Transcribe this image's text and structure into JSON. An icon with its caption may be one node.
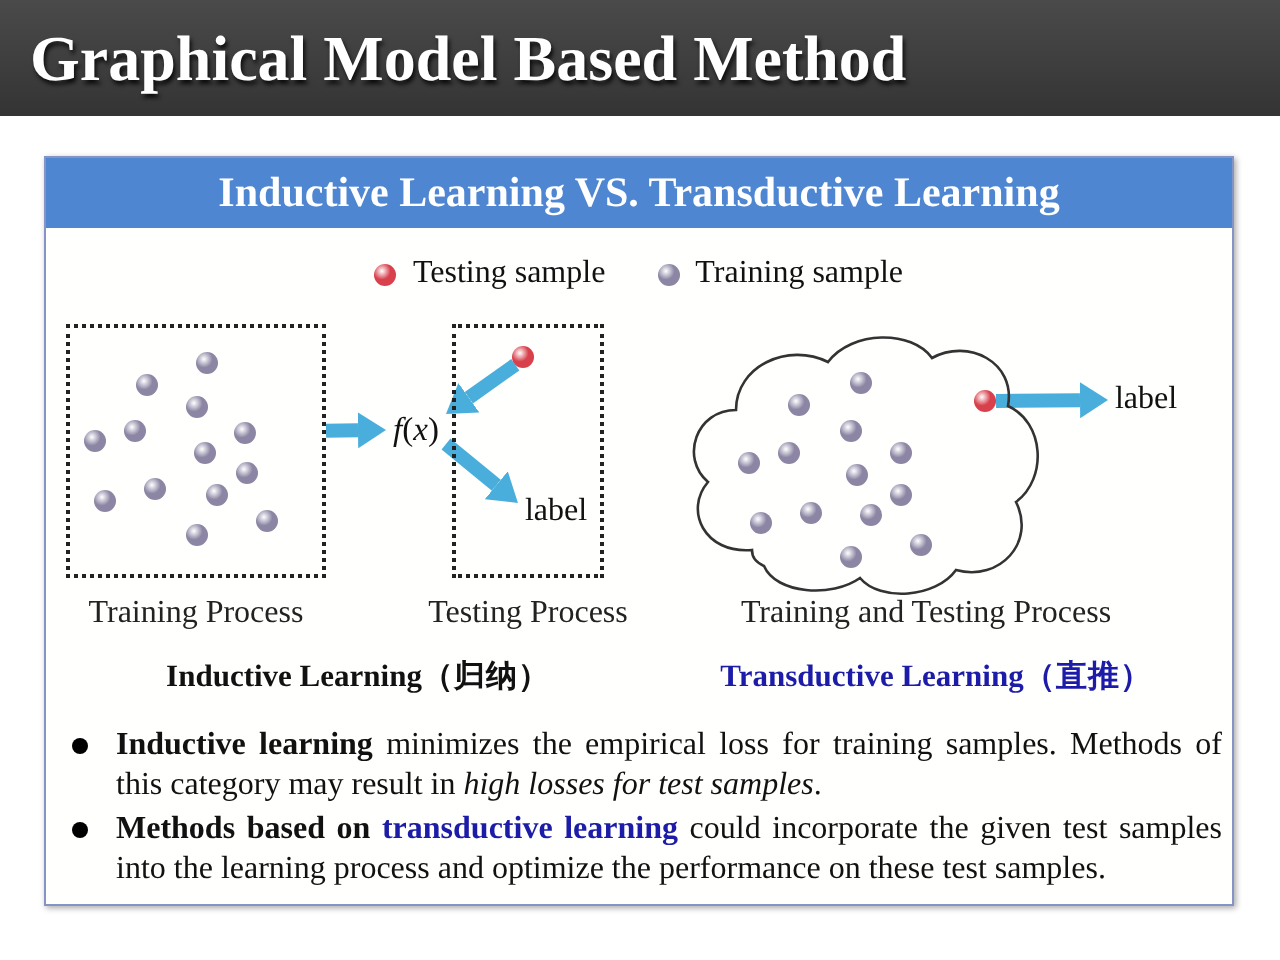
{
  "diagram": {
    "title": "Graphical Model Based Method",
    "nodes": [
      {
        "text": [
          "Inductive Learning VS. Transductive Learning"
        ]
      },
      {
        "text": [],
        "shape": "box",
        "in": 0,
        "beside": [
          "Training Process"
        ]
      },
      {
        "text": [],
        "shape": "circle",
        "in": 1
      },
      {
        "text": [],
        "shape": "circle",
        "in": 1
      },
      {
        "text": [],
        "shape": "circle",
        "in": 1
      },
      {
        "text": [],
        "shape": "circle",
        "in": 1
      },
      {
        "text": [],
        "shape": "circle",
        "in": 1
      },
      {
        "text": [],
        "shape": "circle",
        "in": 1
      },
      {
        "text": [],
        "shape": "circle",
        "in": 1
      },
      {
        "text": [],
        "shape": "circle",
        "in": 1
      },
      {
        "text": [],
        "shape": "circle",
        "in": 1
      },
      {
        "text": [],
        "shape": "circle",
        "in": 1
      },
      {
        "text": [],
        "shape": "circle",
        "in": 1
      },
      {
        "text": [],
        "shape": "circle",
        "in": 1
      },
      {
        "text": [],
        "shape": "circle",
        "in": 1
      },
      {
        "text": [
          "*f*(*x*)"
        ],
        "in": 0
      },
      {
        "text": [],
        "shape": "box",
        "in": 0,
        "beside": [
          "Testing Process"
        ]
      },
      {
        "text": [],
        "shape": "circle",
        "in": 16
      },
      {
        "text": [
          "label"
        ],
        "in": 16
      },
      {
        "text": [],
        "shape": "cloud",
        "in": 0,
        "beside": [
          "Training and Testing Process"
        ]
      },
      {
        "text": [],
        "shape": "circle",
        "in": 19
      },
      {
        "text": [],
        "shape": "circle",
        "in": 19
      },
      {
        "text": [],
        "shape": "circle",
        "in": 19
      },
      {
        "text": [],
        "shape": "circle",
        "in": 19
      },
      {
        "text": [],
        "shape": "circle",
        "in": 19
      },
      {
        "text": [],
        "shape": "circle",
        "in": 19
      },
      {
        "text": [],
        "shape": "circle",
        "in": 19
      },
      {
        "text": [],
        "shape": "circle",
        "in": 19
      },
      {
        "text": [],
        "shape": "circle",
        "in": 19
      },
      {
        "text": [],
        "shape": "circle",
        "in": 19
      },
      {
        "text": [],
        "shape": "circle",
        "in": 19
      },
      {
        "text": [],
        "shape": "circle",
        "in": 19
      },
      {
        "text": [],
        "shape": "circle",
        "in": 19
      },
      {
        "text": [],
        "shape": "circle",
        "in": 19
      },
      {
        "text": [
          "label"
        ],
        "in": 0
      }
    ],
    "edges": [
      {
        "from": 1,
        "to": 15,
        "arrow": "to"
      },
      {
        "from": 17,
        "to": 15,
        "arrow": "to"
      },
      {
        "from": 15,
        "to": 18,
        "arrow": "to"
      },
      {
        "from": 33,
        "to": 34,
        "arrow": "to"
      }
    ],
    "labels": [
      "Inductive Learning（归纳）",
      "Transductive Learning（直推）",
      "**Inductive learning** minimizes the empirical loss for training samples. Methods of this category may result in *high losses for test samples*.",
      "**Methods based on** **transductive learning** could incorporate the given test samples into the learning process and optimize the performance on these test samples."
    ],
    "legend": [
      {
        "text": "Testing sample",
        "color": "#d8404c"
      },
      {
        "text": "Training sample",
        "color": "#8c86a4"
      }
    ]
  }
}
